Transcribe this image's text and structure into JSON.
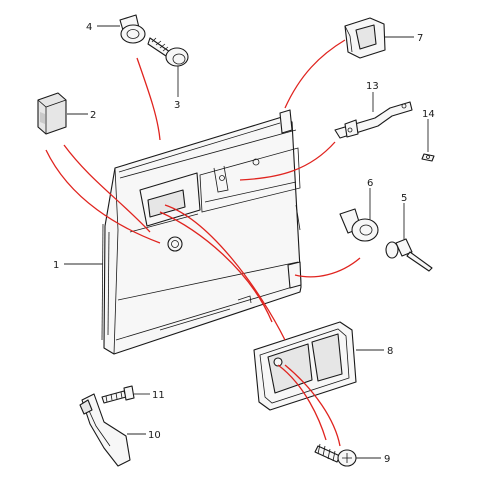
{
  "callouts": [
    {
      "id": "c1",
      "label": "1"
    },
    {
      "id": "c2",
      "label": "2"
    },
    {
      "id": "c3",
      "label": "3"
    },
    {
      "id": "c4",
      "label": "4"
    },
    {
      "id": "c5",
      "label": "5"
    },
    {
      "id": "c6",
      "label": "6"
    },
    {
      "id": "c7",
      "label": "7"
    },
    {
      "id": "c8",
      "label": "8"
    },
    {
      "id": "c9",
      "label": "9"
    },
    {
      "id": "c10",
      "label": "10"
    },
    {
      "id": "c11",
      "label": "11"
    },
    {
      "id": "c12",
      "label": "13"
    },
    {
      "id": "c13",
      "label": "14"
    }
  ],
  "colors": {
    "line_art": "#1a1a1a",
    "reference_curves": "#e0241f",
    "leader_lines": "#2a2a2a",
    "background": "#ffffff"
  }
}
